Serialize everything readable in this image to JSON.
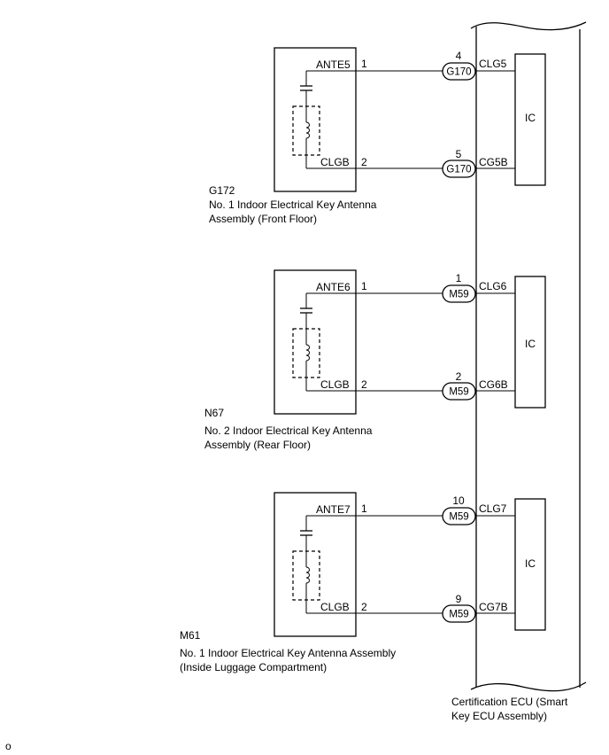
{
  "ecu": {
    "label_line1": "Certification ECU (Smart",
    "label_line2": "Key ECU Assembly)"
  },
  "circuits": [
    {
      "code": "G172",
      "name_line1": "No. 1 Indoor Electrical Key Antenna",
      "name_line2": "Assembly (Front Floor)",
      "top_terminal": {
        "name": "ANTE5",
        "pin": "1"
      },
      "bottom_terminal": {
        "name": "CLGB",
        "pin": "2"
      },
      "top_connector": {
        "code": "G170",
        "pin": "4"
      },
      "bottom_connector": {
        "code": "G170",
        "pin": "5"
      },
      "top_signal": "CLG5",
      "bottom_signal": "CG5B",
      "ic_label": "IC"
    },
    {
      "code": "N67",
      "name_line1": "No. 2 Indoor Electrical Key Antenna",
      "name_line2": "Assembly (Rear Floor)",
      "top_terminal": {
        "name": "ANTE6",
        "pin": "1"
      },
      "bottom_terminal": {
        "name": "CLGB",
        "pin": "2"
      },
      "top_connector": {
        "code": "M59",
        "pin": "1"
      },
      "bottom_connector": {
        "code": "M59",
        "pin": "2"
      },
      "top_signal": "CLG6",
      "bottom_signal": "CG6B",
      "ic_label": "IC"
    },
    {
      "code": "M61",
      "name_line1": "No. 1 Indoor Electrical Key Antenna Assembly",
      "name_line2": "(Inside Luggage Compartment)",
      "top_terminal": {
        "name": "ANTE7",
        "pin": "1"
      },
      "bottom_terminal": {
        "name": "CLGB",
        "pin": "2"
      },
      "top_connector": {
        "code": "M59",
        "pin": "10"
      },
      "bottom_connector": {
        "code": "M59",
        "pin": "9"
      },
      "top_signal": "CLG7",
      "bottom_signal": "CG7B",
      "ic_label": "IC"
    }
  ],
  "footer_mark": "o"
}
